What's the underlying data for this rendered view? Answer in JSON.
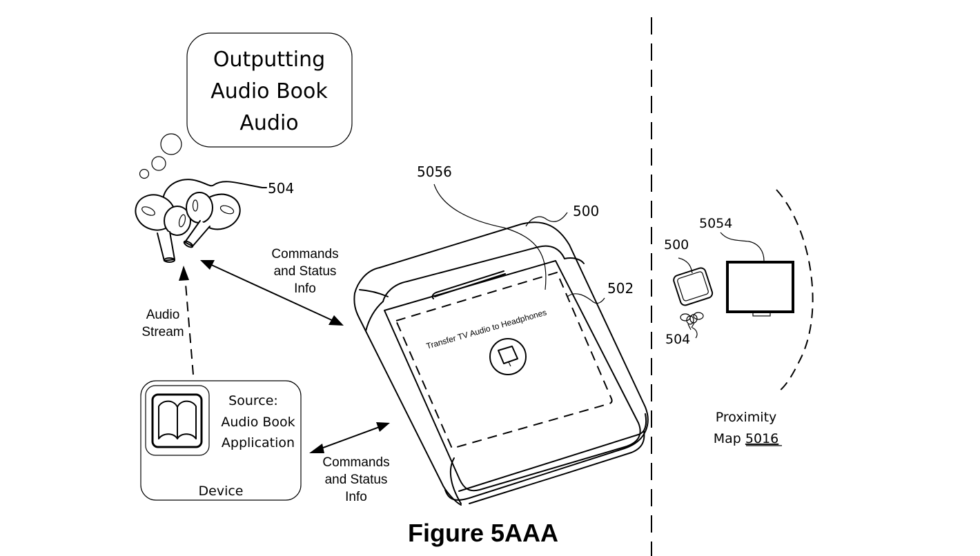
{
  "figure": {
    "title": "Figure 5AAA"
  },
  "thought_bubble": {
    "lines": [
      "Outputting",
      "Audio Book",
      "Audio"
    ]
  },
  "earbuds": {
    "ref": "504"
  },
  "arrows": {
    "earbuds_case_label": [
      "Commands",
      "and Status",
      "Info"
    ],
    "device_case_label": [
      "Commands",
      "and Status",
      "Info"
    ],
    "audio_stream_label": [
      "Audio",
      "Stream"
    ]
  },
  "device_box": {
    "source_lines": [
      "Source:",
      "Audio Book",
      "Application"
    ],
    "footer": "Device",
    "icon": "book-icon"
  },
  "case": {
    "ref_case": "500",
    "ref_display": "502",
    "ref_ui": "5056",
    "prompt_text": "Transfer TV Audio to Headphones",
    "prompt_icon": "tv-icon"
  },
  "proximity_map": {
    "ref_case": "500",
    "ref_tv": "5054",
    "ref_earbuds": "504",
    "label_line1": "Proximity",
    "label_line2_prefix": "Map ",
    "label_line2_ref": "5016"
  }
}
